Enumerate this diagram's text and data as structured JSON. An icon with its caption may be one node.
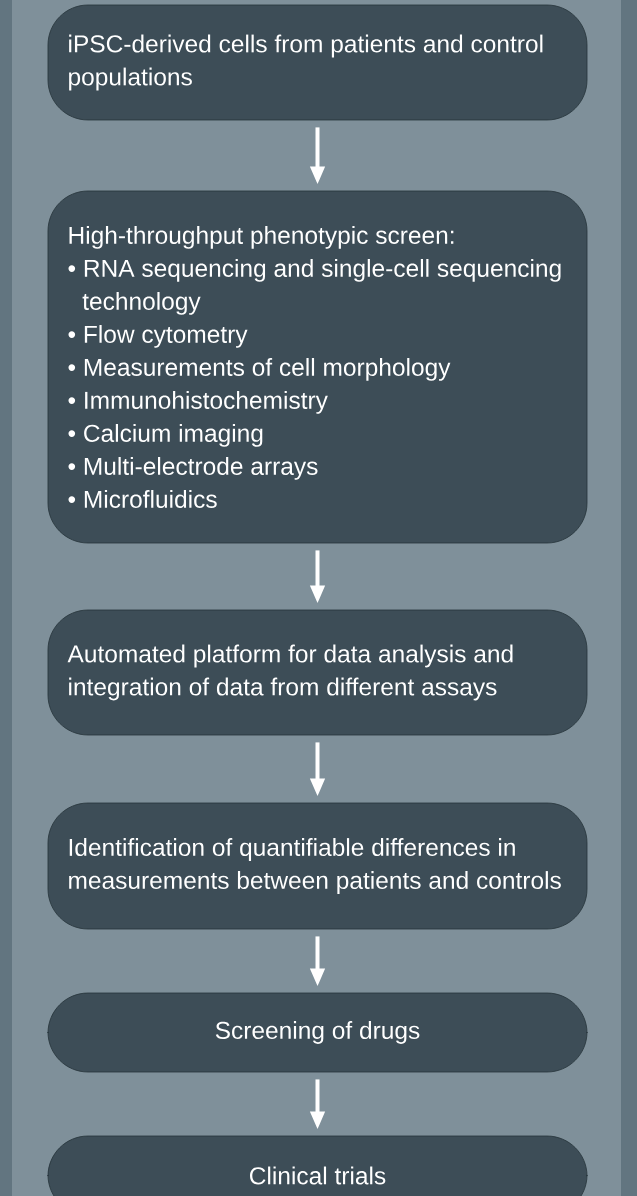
{
  "diagram": {
    "nodes": [
      {
        "text": [
          "iPSC-derived cells from patients and control populations"
        ]
      },
      {
        "text": [
          "High-throughput phenotypic screen:",
          "• RNA sequencing and single-cell sequencing technology",
          "• Flow cytometry",
          "• Measurements of cell morphology",
          "• Immunohistochemistry",
          "• Calcium imaging",
          "• Multi-electrode arrays",
          "• Microfluidics"
        ]
      },
      {
        "text": [
          "Automated platform for data analysis and integration of data from different assays"
        ]
      },
      {
        "text": [
          "Identification of quantifiable differences in measurements between patients and controls"
        ]
      },
      {
        "text": [
          "Screening of drugs"
        ]
      },
      {
        "text": [
          "Clinical trials"
        ]
      }
    ],
    "edges": [
      {
        "from": 0,
        "to": 1,
        "arrow": "to"
      },
      {
        "from": 1,
        "to": 2,
        "arrow": "to"
      },
      {
        "from": 2,
        "to": 3,
        "arrow": "to"
      },
      {
        "from": 3,
        "to": 4,
        "arrow": "to"
      },
      {
        "from": 4,
        "to": 5,
        "arrow": "to"
      }
    ]
  }
}
